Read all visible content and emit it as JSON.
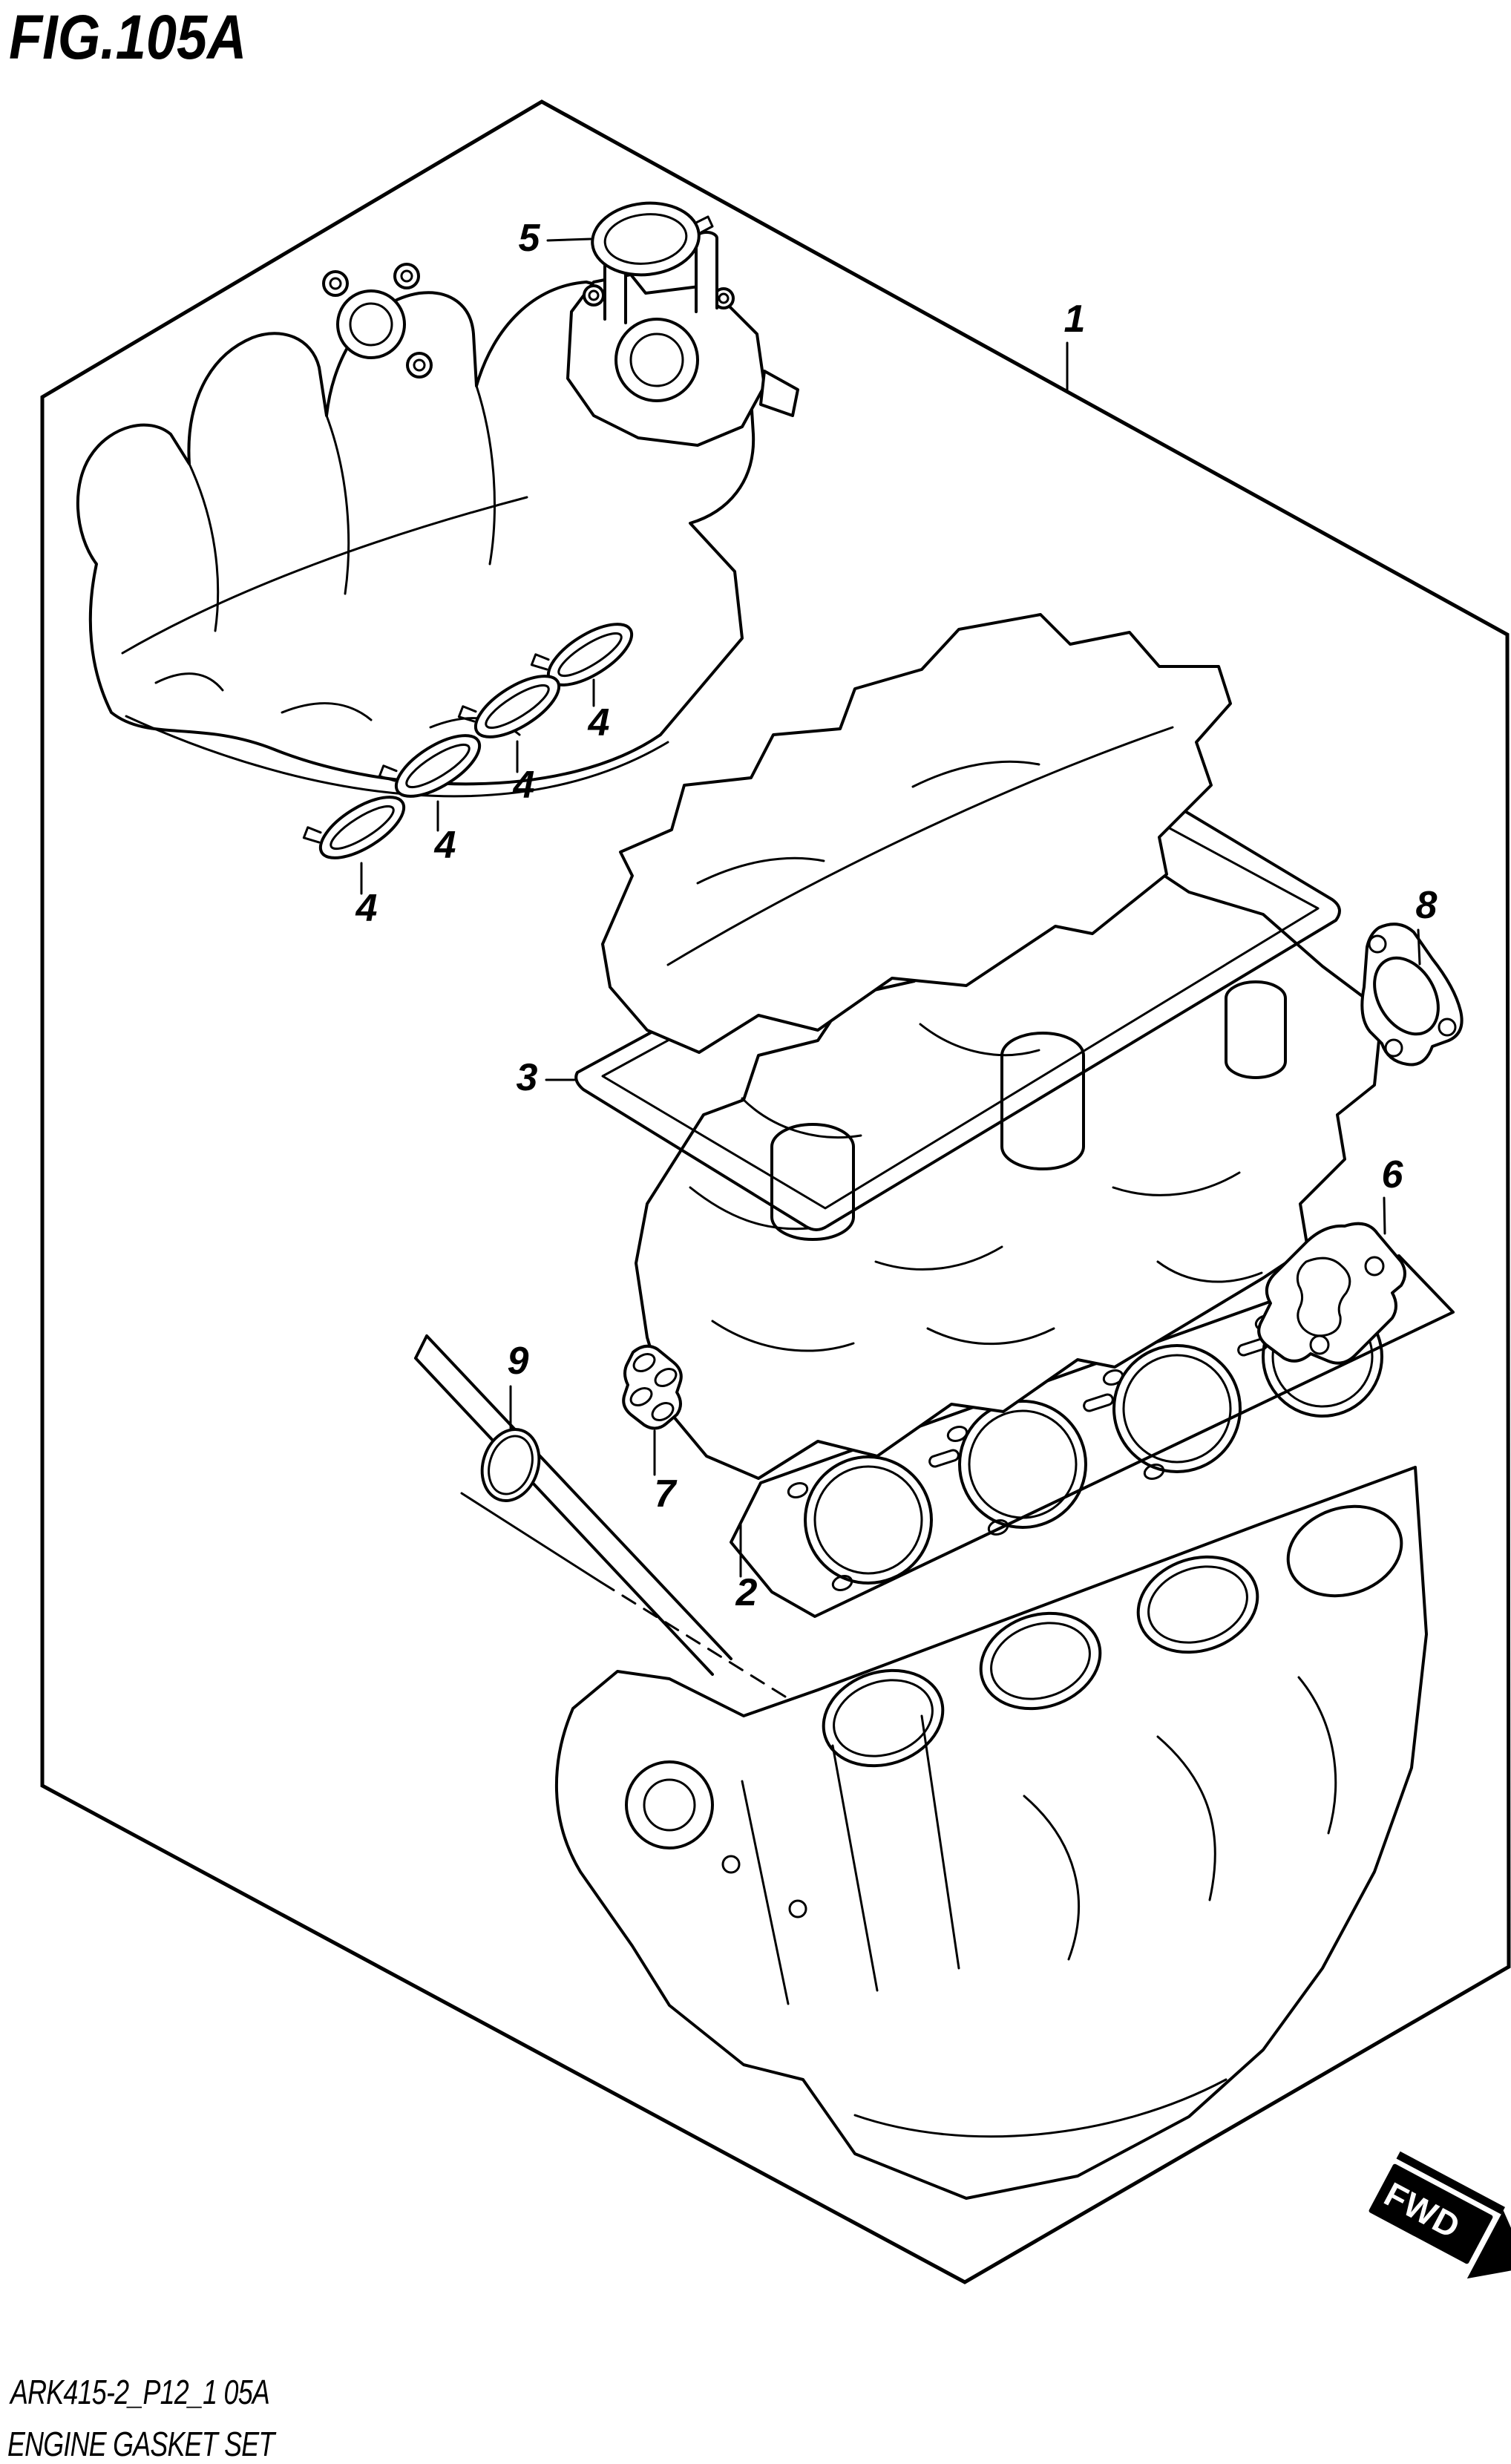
{
  "colors": {
    "background": "#ffffff",
    "line": "#000000",
    "fwd_plate": "#000000",
    "fwd_text": "#ffffff"
  },
  "header": {
    "title": "FIG.105A"
  },
  "footer": {
    "code": "ARK415-2_P12_1 05A",
    "caption": "ENGINE GASKET SET"
  },
  "fwd_arrow": {
    "label": "FWD"
  },
  "callouts": [
    {
      "label": "1"
    },
    {
      "label": "2"
    },
    {
      "label": "3"
    },
    {
      "label": "4"
    },
    {
      "label": "4"
    },
    {
      "label": "4"
    },
    {
      "label": "4"
    },
    {
      "label": "5"
    },
    {
      "label": "6"
    },
    {
      "label": "7"
    },
    {
      "label": "8"
    },
    {
      "label": "9"
    }
  ]
}
